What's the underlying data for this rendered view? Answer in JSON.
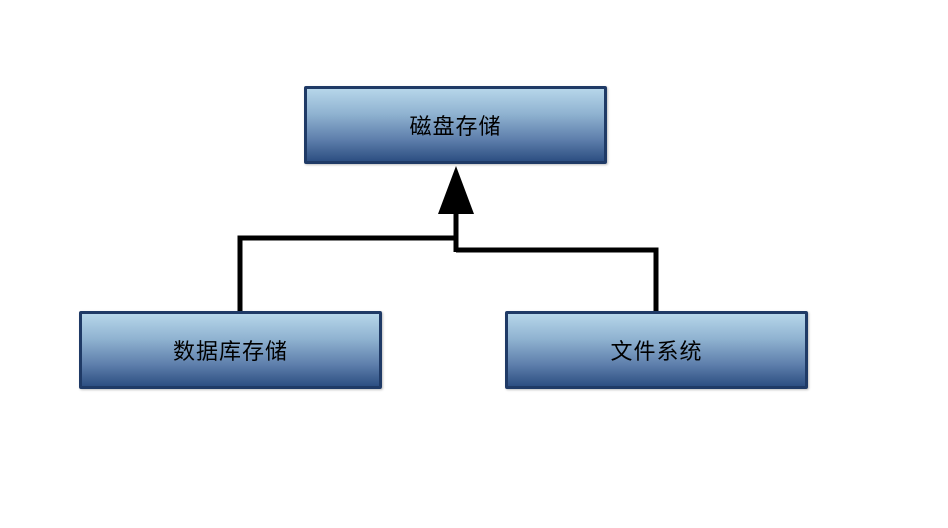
{
  "diagram": {
    "type": "inheritance-tree",
    "parent": {
      "label": "磁盘存储"
    },
    "children": [
      {
        "label": "数据库存储"
      },
      {
        "label": "文件系统"
      }
    ],
    "colors": {
      "box_border": "#1f3a66",
      "box_gradient_top": "#b6d6ea",
      "box_gradient_bottom": "#2d4f82",
      "connector": "#000000"
    }
  }
}
